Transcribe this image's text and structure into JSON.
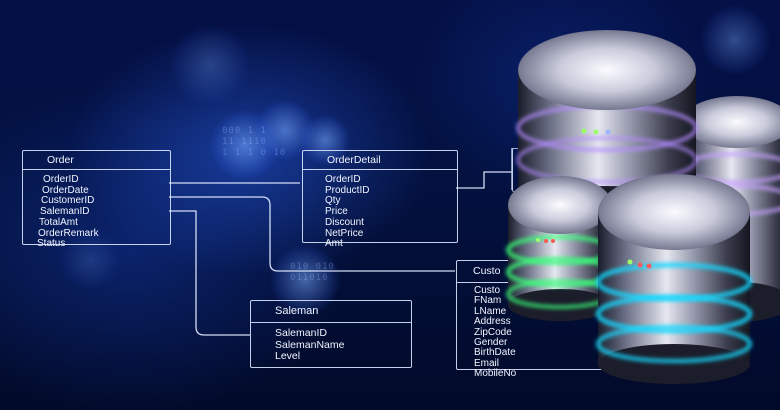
{
  "colors": {
    "background": "#03113f",
    "line": "#dfe7ff",
    "led_green": "#7dff6a",
    "led_blue": "#9ab8ff",
    "ring_cyan": "#19d8ff",
    "ring_green": "#37ff7a",
    "ring_purple": "#a77bff"
  },
  "tables": {
    "order": {
      "title": "Order",
      "fields": [
        "OrderID",
        "OrderDate",
        "CustomerID",
        "SalemanID",
        "TotalAmt",
        "OrderRemark",
        "Status"
      ]
    },
    "order_detail": {
      "title": "OrderDetail",
      "fields": [
        "OrderID",
        "ProductID",
        "Qty",
        "Price",
        "Discount",
        "NetPrice",
        "Amt"
      ]
    },
    "saleman": {
      "title": "Saleman",
      "fields": [
        "SalemanID",
        "SalemanName",
        "Level"
      ]
    },
    "customer": {
      "title": "Custo",
      "fields": [
        "Custo",
        "FNam",
        "LName",
        "Address",
        "ZipCode",
        "Gender",
        "BirthDate",
        "Email",
        "MobileNo"
      ]
    }
  },
  "background_digits": [
    "000 1 1\n11 1110\n1 1 1 0 10",
    "010 010\n011010"
  ],
  "icons": {
    "database_stack": "database-cylinder-icon"
  }
}
